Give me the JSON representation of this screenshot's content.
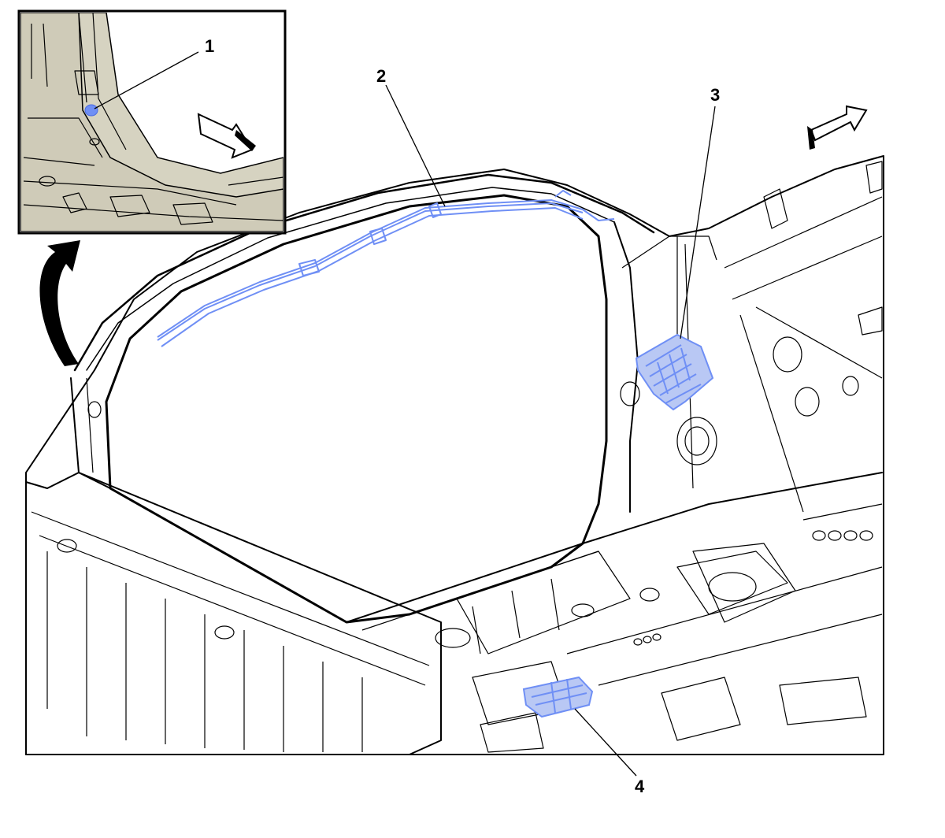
{
  "colors": {
    "body_fill": "#d6d3c1",
    "panel_fill": "#cfcbb8",
    "highlight": "#6f8ff5",
    "highlight_fill": "#b9c8f4",
    "line": "#000000",
    "background": "#ffffff"
  },
  "callouts": [
    {
      "id": "1",
      "label": "1"
    },
    {
      "id": "2",
      "label": "2"
    },
    {
      "id": "3",
      "label": "3"
    },
    {
      "id": "4",
      "label": "4"
    }
  ],
  "icons": {
    "inset_direction": "forward-arrow-icon",
    "main_direction": "forward-arrow-icon",
    "inset_pointer": "curved-arrow-icon"
  }
}
